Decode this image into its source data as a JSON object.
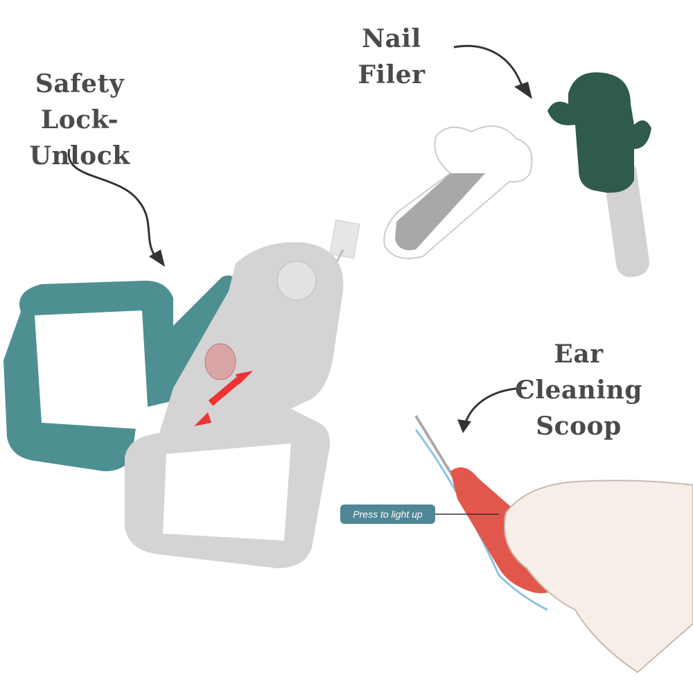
{
  "labels": {
    "safety_line1": "Safety",
    "safety_line2": "Lock-Unlock",
    "nail_filer": "Nail Filer",
    "ear_line1": "Ear Cleaning",
    "ear_line2": "Scoop",
    "press_tag": "Press to light up"
  },
  "colors": {
    "teal": "#4e9092",
    "dark_green": "#2f5a4e",
    "grey": "#d4d4d4",
    "red": "#e2574c",
    "tag": "#4f8796",
    "text": "#4a4a4a"
  }
}
